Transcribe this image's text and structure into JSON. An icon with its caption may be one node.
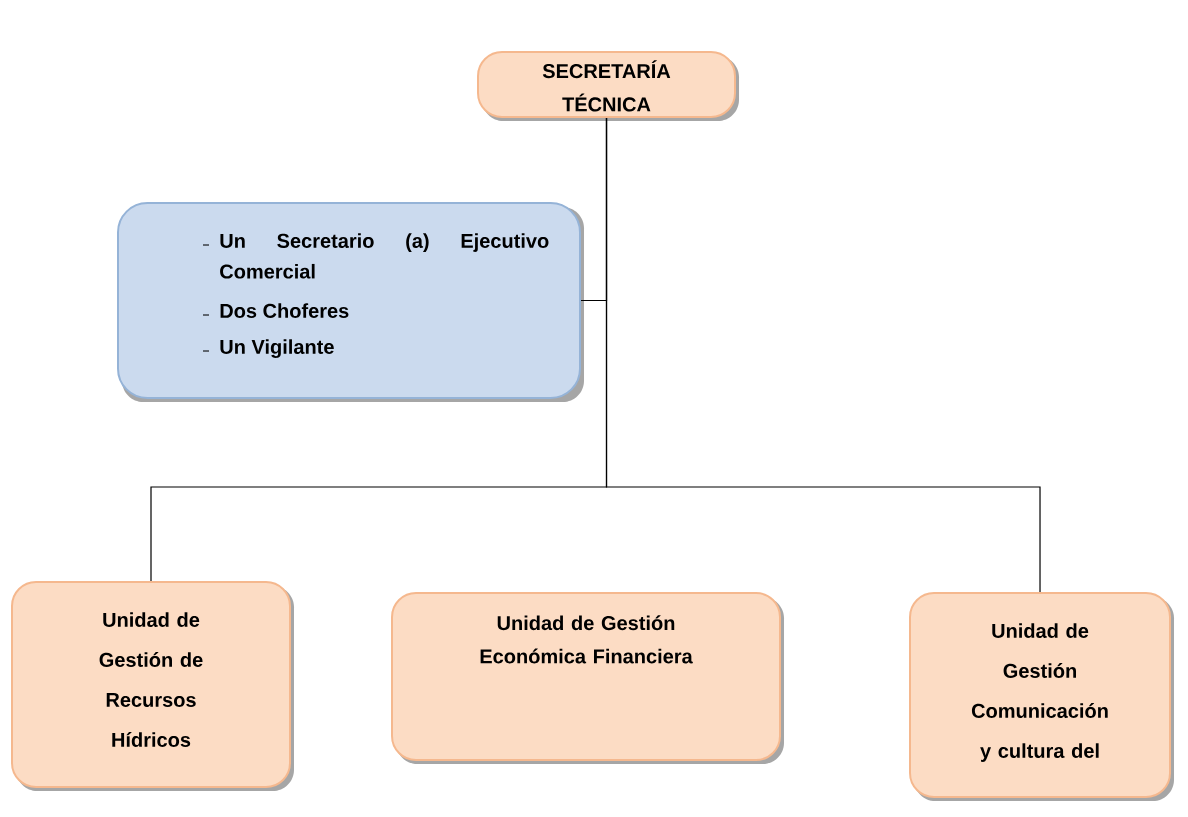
{
  "diagram": {
    "nodes": [
      {
        "text": [
          "SECRETARÍA TÉCNICA"
        ]
      },
      {
        "text": [
          "Un Secretario (a) Ejecutivo Comercial",
          "Dos Choferes",
          "Un Vigilante"
        ]
      },
      {
        "text": [
          "Unidad de Gestión de Recursos Hídricos"
        ]
      },
      {
        "text": [
          "Unidad de Gestión Económica Financiera"
        ]
      },
      {
        "text": [
          "Unidad de Gestión Comunicación y cultura del"
        ]
      }
    ],
    "edges": [
      {
        "from": 0,
        "to": 1,
        "arrow": "none"
      },
      {
        "from": 0,
        "to": 2,
        "arrow": "none"
      },
      {
        "from": 0,
        "to": 4,
        "arrow": "none"
      }
    ]
  }
}
